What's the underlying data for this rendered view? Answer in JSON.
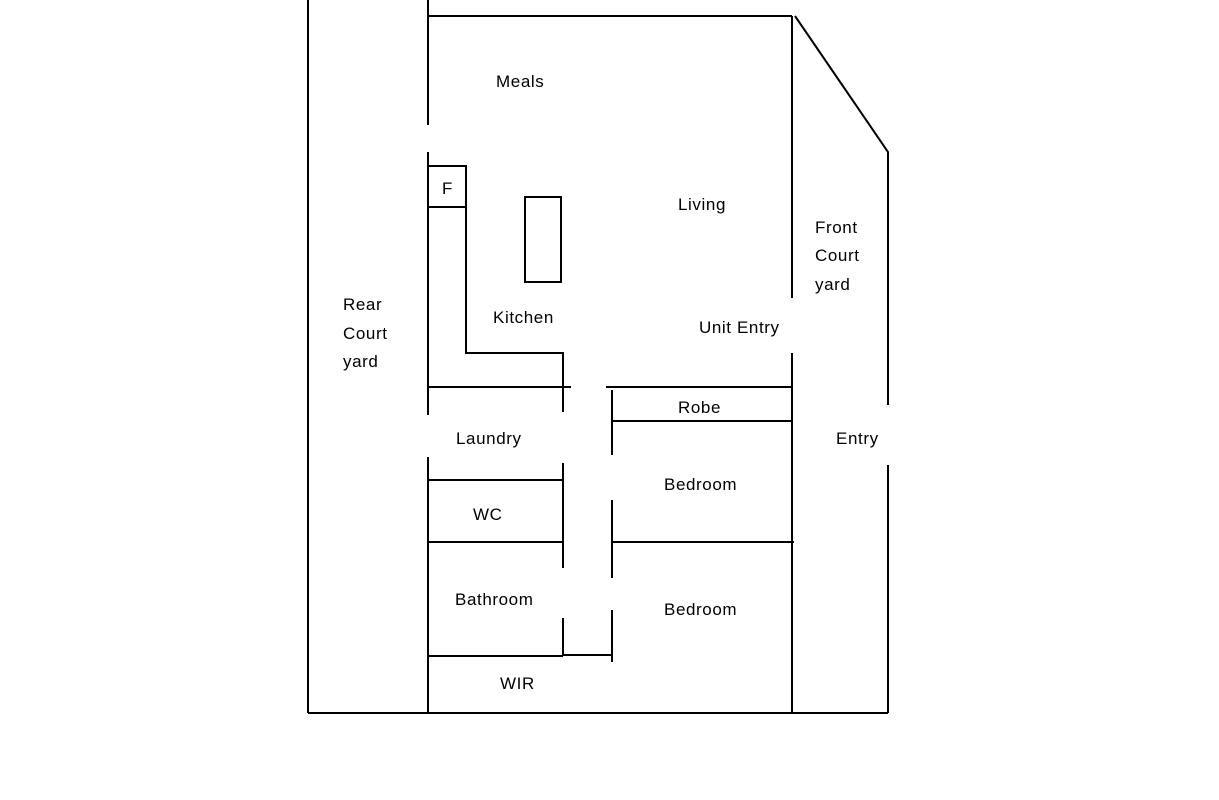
{
  "colors": {
    "background": "#ffffff",
    "line": "#000000"
  },
  "labels": {
    "meals": "Meals",
    "living": "Living",
    "front_courtyard": [
      "Front",
      "Court",
      "yard"
    ],
    "rear_courtyard": [
      "Rear",
      "Court",
      "yard"
    ],
    "fridge": "F",
    "kitchen": "Kitchen",
    "unit_entry": "Unit Entry",
    "robe": "Robe",
    "laundry": "Laundry",
    "entry": "Entry",
    "bedroom_1": "Bedroom",
    "wc": "WC",
    "bathroom": "Bathroom",
    "bedroom_2": "Bedroom",
    "wir": "WIR"
  }
}
